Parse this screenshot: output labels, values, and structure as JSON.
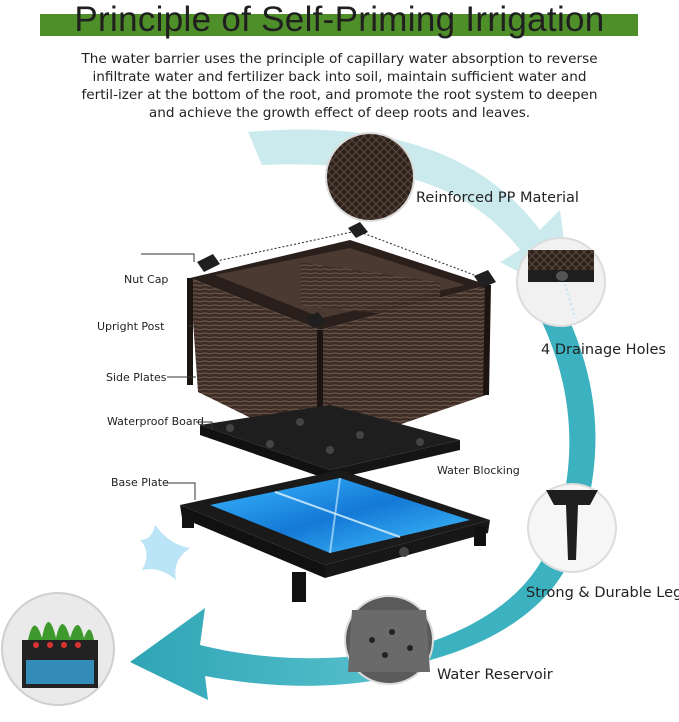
{
  "header": {
    "title": "Principle of Self-Priming Irrigation",
    "description": "The water barrier uses the principle of capillary water absorption to reverse infiltrate water and fertilizer back into soil, maintain sufficient water and fertil-izer at the bottom of the root, and promote the root system to deepen and achieve the growth effect of deep roots and leaves."
  },
  "parts": {
    "nut_cap": "Nut Cap",
    "upright_post": "Upright Post",
    "side_plates": "Side Plates",
    "waterproof_board": "Waterproof Board",
    "base_plate": "Base Plate",
    "water_blocking": "Water Blocking"
  },
  "features": {
    "material": "Reinforced PP Material",
    "drainage": "4 Drainage Holes",
    "legs": "Strong & Durable Legs",
    "reservoir": "Water Reservoir"
  },
  "colors": {
    "accent_green": "#4f8f2a",
    "arrow_teal": "#35a9b8",
    "planter_brown": "#3b2c25",
    "water_blue": "#1f8fe0"
  }
}
